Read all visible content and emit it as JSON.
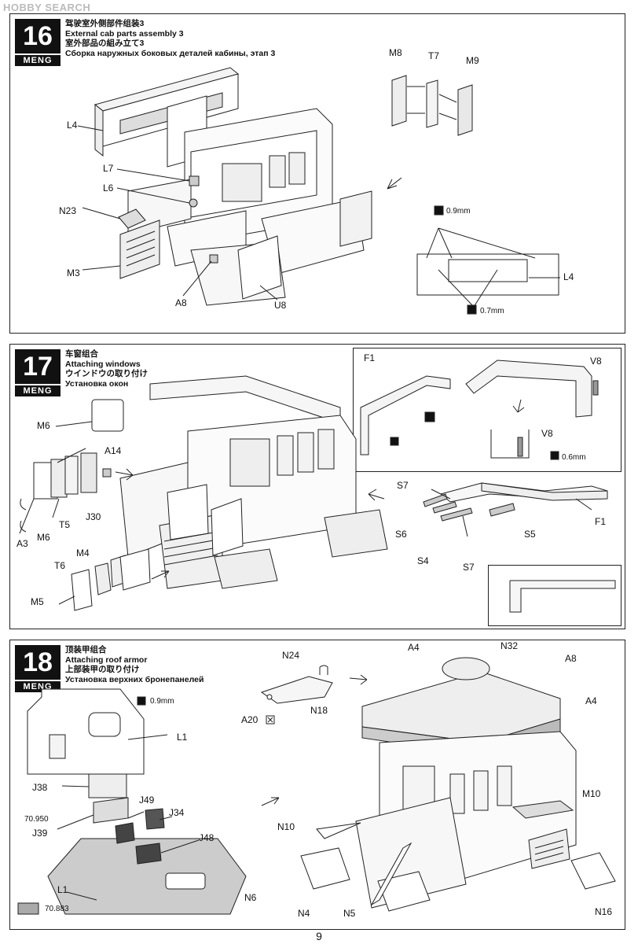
{
  "watermark": "HOBBY SEARCH",
  "brand": "MENG",
  "steps": {
    "s16": {
      "number": "16",
      "title_zh": "驾驶室外侧部件组装3",
      "title_en": "External cab parts assembly 3",
      "title_ja": "室外部品の組み立て3",
      "title_ru": "Сборка наружных боковых деталей кабины, этап 3",
      "labels": {
        "M8": "M8",
        "T7": "T7",
        "M9": "M9",
        "L4": "L4",
        "L7": "L7",
        "L6": "L6",
        "N23": "N23",
        "M3": "M3",
        "A8": "A8",
        "U8": "U8",
        "L4b": "L4"
      },
      "specs": {
        "a": "0.9mm",
        "b": "0.7mm"
      }
    },
    "s17": {
      "number": "17",
      "title_zh": "车窗组合",
      "title_en": "Attaching windows",
      "title_ja": "ウインドウの取り付け",
      "title_ru": "Установка окон",
      "labels": {
        "M6": "M6",
        "A14": "A14",
        "J30": "J30",
        "T5": "T5",
        "A3": "A3",
        "M6b": "M6",
        "M4": "M4",
        "T6": "T6",
        "M5": "M5",
        "F1": "F1",
        "V8": "V8",
        "V8b": "V8",
        "S7": "S7",
        "S6": "S6",
        "S4": "S4",
        "S7b": "S7",
        "S5": "S5",
        "F1b": "F1"
      },
      "specs": {
        "a": "0.6mm"
      }
    },
    "s18": {
      "number": "18",
      "title_zh": "顶装甲组合",
      "title_en": "Attaching roof armor",
      "title_ja": "上部装甲の取り付け",
      "title_ru": "Установка верхних бронепанелей",
      "labels": {
        "L1": "L1",
        "J38": "J38",
        "J49": "J49",
        "J34": "J34",
        "J39": "J39",
        "J48": "J48",
        "L1b": "L1",
        "N24": "N24",
        "N18": "N18",
        "A20": "A20",
        "A4": "A4",
        "N32": "N32",
        "A8": "A8",
        "A4b": "A4",
        "N10": "N10",
        "M10": "M10",
        "N6": "N6",
        "N4": "N4",
        "N5": "N5",
        "N16": "N16"
      },
      "specs": {
        "a": "0.9mm"
      },
      "paint": {
        "c1": "70.950",
        "c2": "70.883"
      }
    }
  },
  "page_number": "9"
}
